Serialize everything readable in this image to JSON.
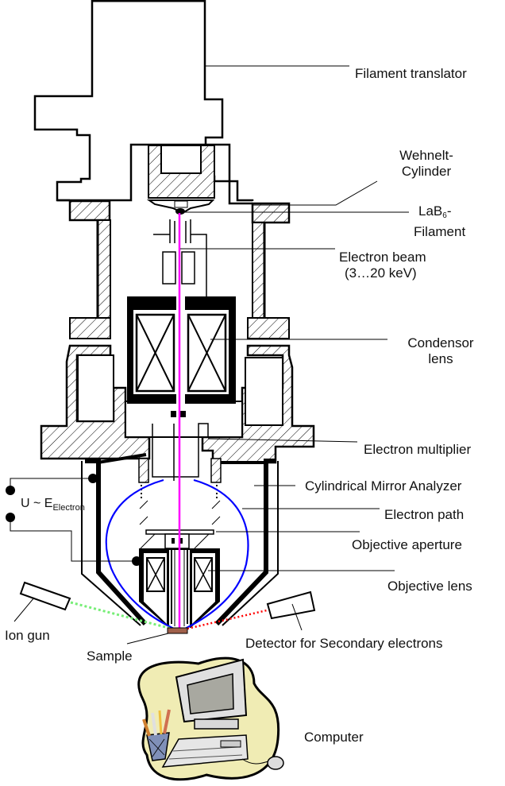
{
  "title": "Scanning Auger microscope schematic",
  "colors": {
    "electron_beam": "#ff00ff",
    "electron_path": "#0000ff",
    "ion_beam": "#66ee66",
    "secondary_electrons": "#ff0000",
    "sample": "#a0604a",
    "computer_blob": "#f0ecb4"
  },
  "labels": {
    "filament_translator": "Filament translator",
    "wehnelt_line1": "Wehnelt-",
    "wehnelt_line2": "Cylinder",
    "lab6_prefix": "LaB",
    "lab6_sub": "6",
    "lab6_suffix": "-",
    "filament": "Filament",
    "electron_beam": "Electron beam",
    "electron_beam_energy": "(3…20 keV)",
    "condensor_line1": "Condensor",
    "condensor_line2": "lens",
    "electron_multiplier": "Electron multiplier",
    "cma": "Cylindrical Mirror Analyzer",
    "electron_path": "Electron path",
    "objective_aperture": "Objective aperture",
    "objective_lens": "Objective lens",
    "voltage_prefix": "U ~ E",
    "voltage_sub": "Electron",
    "ion_gun": "Ion gun",
    "detector": "Detector for Secondary electrons",
    "sample": "Sample",
    "computer": "Computer"
  }
}
